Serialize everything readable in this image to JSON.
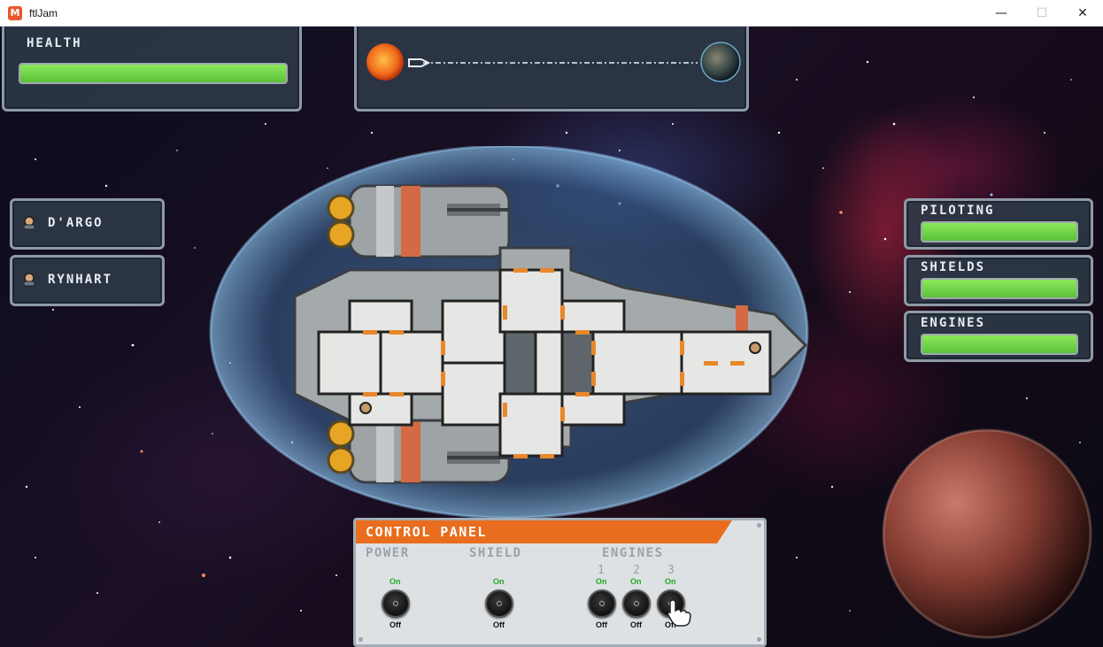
{
  "window": {
    "title": "ftlJam",
    "app_icon_glyph": "M",
    "minimize_glyph": "—",
    "maximize_glyph": "☐",
    "close_glyph": "✕"
  },
  "hud": {
    "health": {
      "label": "HEALTH",
      "value_percent": 100
    },
    "journey": {
      "start_icon": "sun-icon",
      "ship_icon": "ship-marker-icon",
      "end_icon": "planet-icon",
      "progress_percent": 0
    }
  },
  "crew": [
    {
      "name": "D'ARGO",
      "icon": "crew-member-icon"
    },
    {
      "name": "RYNHART",
      "icon": "crew-member-icon"
    }
  ],
  "systems": [
    {
      "label": "PILOTING",
      "value_percent": 100
    },
    {
      "label": "SHIELDS",
      "value_percent": 100
    },
    {
      "label": "ENGINES",
      "value_percent": 100
    }
  ],
  "control_panel": {
    "title": "CONTROL PANEL",
    "sections": {
      "power": "POWER",
      "shield": "SHIELD",
      "engines": "ENGINES"
    },
    "engine_numbers": [
      "1",
      "2",
      "3"
    ],
    "on_label": "On",
    "off_label": "Off"
  },
  "colors": {
    "bar_green": "#6fd44a",
    "panel_bg": "#2d3a48",
    "panel_border": "#8e9aa6",
    "control_header": "#e86d1e",
    "on_green": "#22aa22"
  }
}
